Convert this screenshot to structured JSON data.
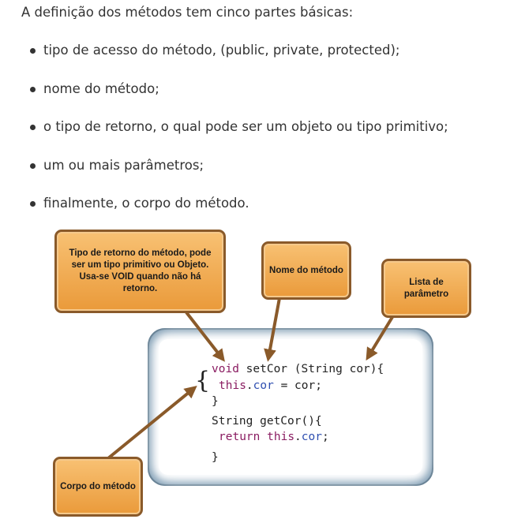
{
  "intro": "A definição dos métodos tem cinco partes básicas:",
  "parts": [
    "tipo de acesso do método, (public, private, protected);",
    "nome do método;",
    "o tipo de retorno, o qual pode ser um objeto ou tipo primitivo;",
    "um ou mais parâmetros;",
    "finalmente, o corpo do método."
  ],
  "callouts": {
    "retorno": "Tipo de retorno do método, pode ser um tipo primitivo ou Objeto. Usa-se VOID quando não há retorno.",
    "nome": "Nome do método",
    "lista": "Lista de parâmetro",
    "corpo": "Corpo do método"
  },
  "code": {
    "line1_kw": "void",
    "line1_rest": " setCor (String cor){",
    "line2_kw": "this",
    "line2_field": "cor",
    "line2_rest": " = cor;",
    "line3": "}",
    "line4": "String getCor(){",
    "line5_kw1": "return",
    "line5_kw2": "this",
    "line5_field": "cor",
    "line5_end": ";",
    "line6": "}",
    "big_brace": "{"
  },
  "colors": {
    "callout_fill": "#eea446",
    "callout_border": "#8a5a2a",
    "arrow": "#8a5a2a",
    "box_frame": "#6d8fa9",
    "keyword": "#8a1c61",
    "field": "#2f4fb0"
  }
}
